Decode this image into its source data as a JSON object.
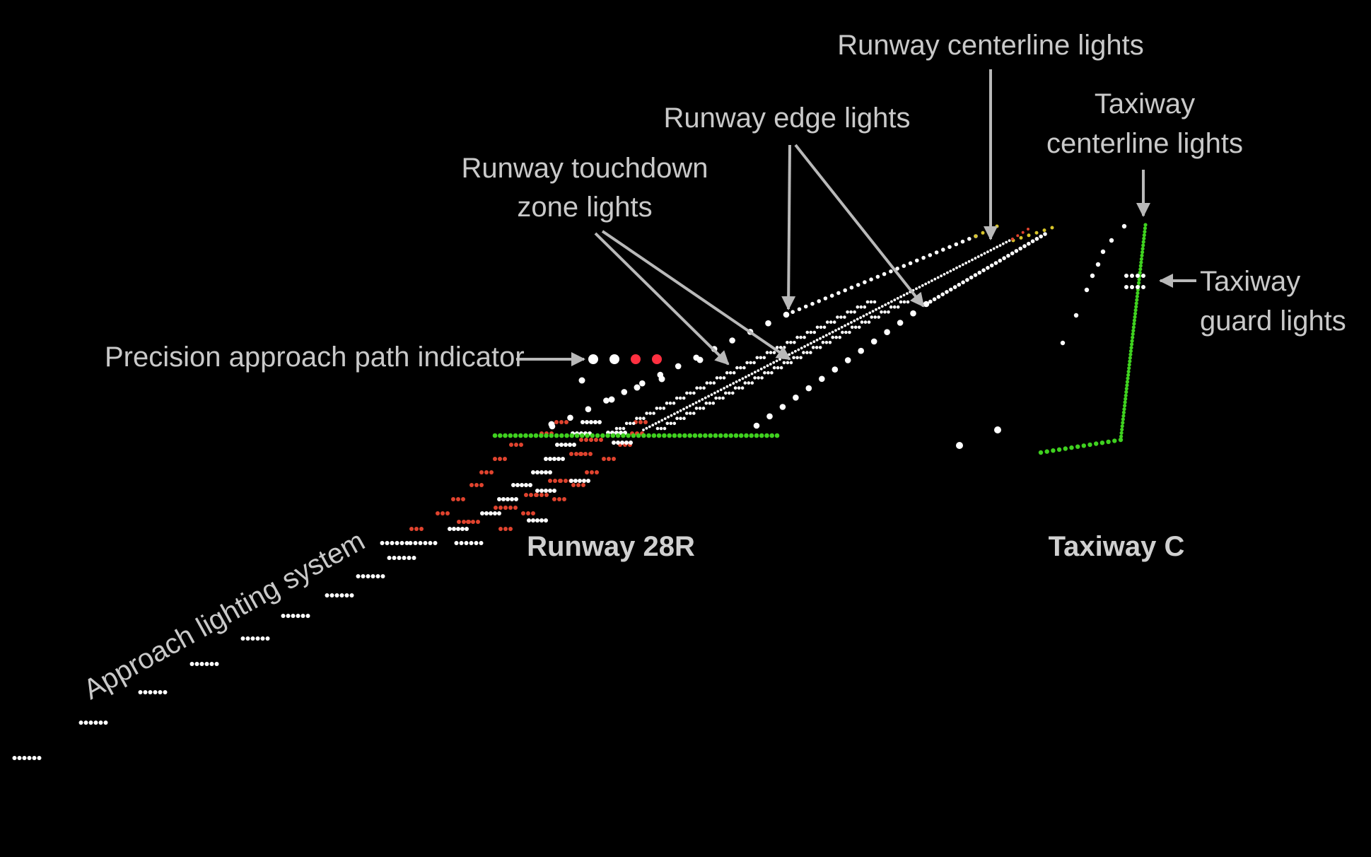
{
  "labels": {
    "runway_centerline": "Runway centerline lights",
    "runway_edge": "Runway edge lights",
    "touchdown_line1": "Runway touchdown",
    "touchdown_line2": "zone lights",
    "taxiway_centerline_line1": "Taxiway",
    "taxiway_centerline_line2": "centerline lights",
    "taxiway_guard_line1": "Taxiway",
    "taxiway_guard_line2": "guard lights",
    "papi": "Precision approach path indicator",
    "approach": "Approach lighting system",
    "runway_name": "Runway 28R",
    "taxiway_name": "Taxiway C"
  },
  "papi": {
    "lights": [
      "white",
      "white",
      "red",
      "red"
    ]
  },
  "colors": {
    "background": "#000000",
    "white_light": "#ffffff",
    "red_light": "#e0432e",
    "papi_red": "#ff3040",
    "green_light": "#3fd11f",
    "yellow_light": "#d8c52a",
    "label": "#c9c9c9",
    "arrow": "#b9b9b9"
  },
  "icons": {
    "arrowhead": "triangle-arrowhead"
  }
}
